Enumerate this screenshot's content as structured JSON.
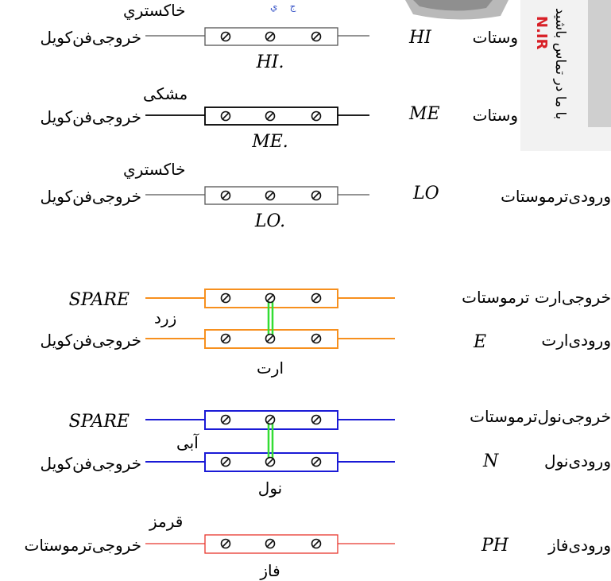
{
  "colors": {
    "gray": "#555555",
    "black": "#000000",
    "orange": "#f7901e",
    "blue": "#1a1ad6",
    "red": "#e8362c",
    "bridge": "#33dd33",
    "watermark_red": "#d81f26"
  },
  "rows": [
    {
      "key": "hi",
      "wire_label": "خاکستري",
      "left_text": "خروجی‌فن‌کویل",
      "under_label": "HI.",
      "right_code": "HI",
      "right_text": "وستات",
      "color": "#555555"
    },
    {
      "key": "me",
      "wire_label": "مشکی",
      "left_text": "خروجی‌فن‌کویل",
      "under_label": "ME.",
      "right_code": "ME",
      "right_text": "وستات",
      "color": "#000000"
    },
    {
      "key": "lo",
      "wire_label": "خاکستري",
      "left_text": "خروجی‌فن‌کویل",
      "under_label": "LO.",
      "right_code": "LO",
      "right_text": "ورودی‌ترموستات",
      "color": "#555555"
    },
    {
      "key": "e-top",
      "left_code": "SPARE",
      "right_text": "خروجی‌ارت ترموستات",
      "color": "#f7901e"
    },
    {
      "key": "e-bottom",
      "wire_label": "زرد",
      "left_text": "خروجی‌فن‌کویل",
      "under_label": "ارت",
      "right_code": "E",
      "right_text": "ورودی‌ارت",
      "color": "#f7901e"
    },
    {
      "key": "n-top",
      "left_code": "SPARE",
      "right_text": "خروجی‌نول‌ترموستات",
      "color": "#1a1ad6"
    },
    {
      "key": "n-bottom",
      "wire_label": "آبی",
      "left_text": "خروجی‌فن‌کویل",
      "under_label": "نول",
      "right_code": "N",
      "right_text": "ورودی‌نول",
      "color": "#1a1ad6"
    },
    {
      "key": "ph",
      "wire_label": "قرمز",
      "left_text": "خروجی‌ترموستات",
      "under_label": "فاز",
      "right_code": "PH",
      "right_text": "ورودی‌فاز",
      "color": "#e8362c"
    }
  ],
  "watermark": {
    "text": "N.IR",
    "side_text": "با ما در تماس باشید"
  }
}
